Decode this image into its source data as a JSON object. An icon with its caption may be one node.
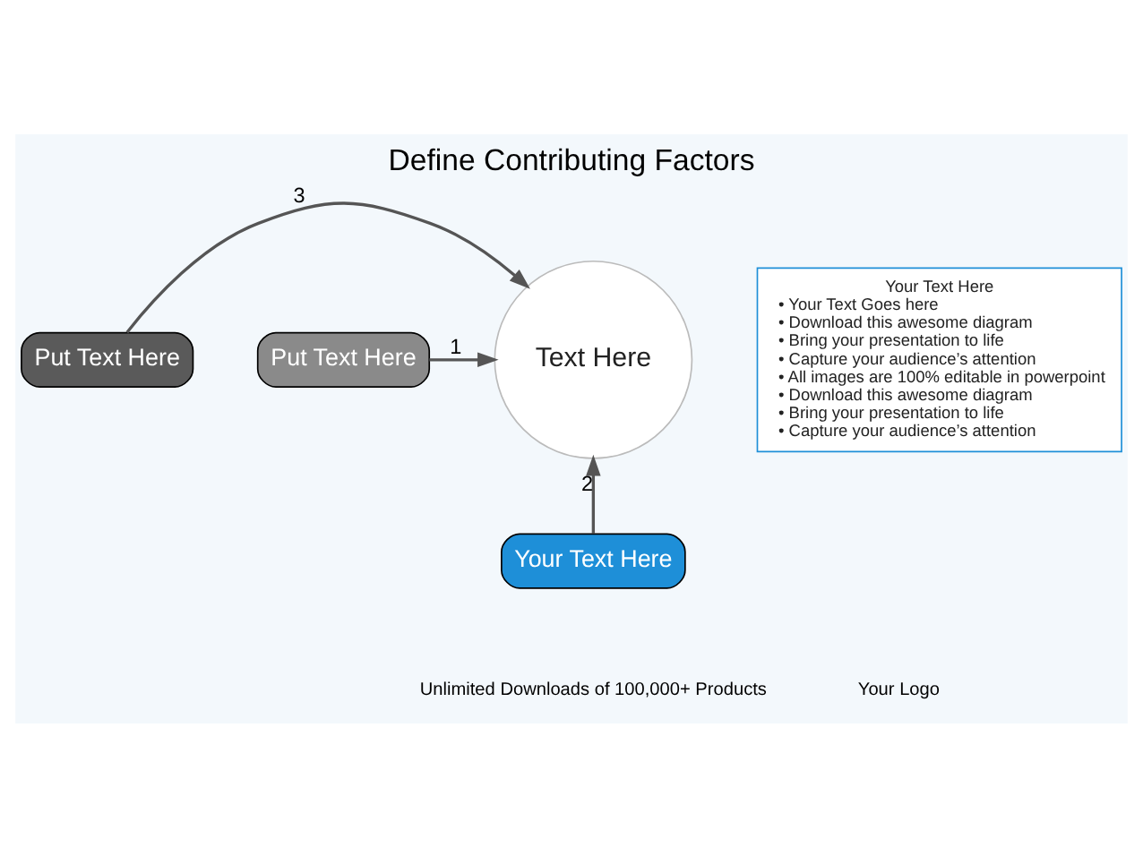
{
  "diagram": {
    "title": "Define Contributing Factors",
    "nodes": [
      {
        "text": [
          "Put Text Here"
        ]
      },
      {
        "text": [
          "Text Here"
        ]
      },
      {
        "text": [
          "Put Text Here"
        ]
      },
      {
        "text": [
          "Your Text Here"
        ]
      },
      {
        "text": [
          "Your Text Here",
          "• Your Text Goes here",
          "• Download this awesome diagram",
          "• Bring your presentation to life",
          "• Capture your audience’s attention",
          "• All images are 100% editable in powerpoint",
          "• Download this awesome diagram",
          "• Bring your presentation to life",
          "• Capture your audience’s attention"
        ]
      }
    ],
    "edges": [
      {
        "from": 2,
        "to": 1,
        "arrow": "to",
        "label": "1"
      },
      {
        "from": 3,
        "to": 1,
        "arrow": "to",
        "label": "2"
      },
      {
        "from": 0,
        "to": 1,
        "arrow": "to",
        "label": "3"
      }
    ],
    "labels": [
      "Unlimited Downloads of 100,000+ Products",
      "Your Logo"
    ]
  }
}
